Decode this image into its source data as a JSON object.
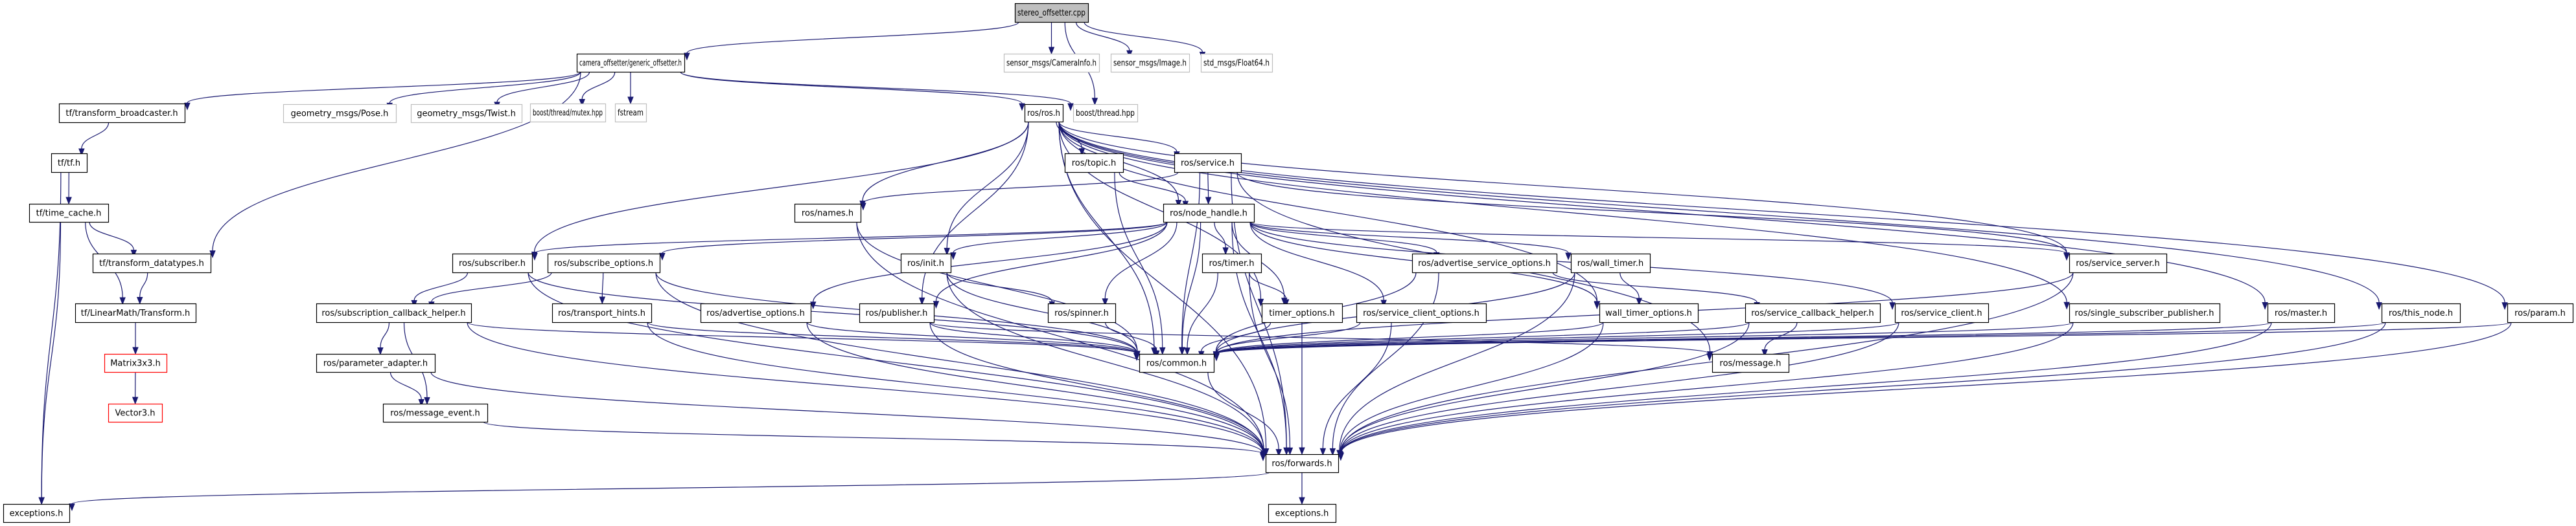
{
  "diagram": {
    "title": "stereo_offsetter.cpp",
    "type": "include-dependency-graph",
    "colors": {
      "edge": "#191970",
      "main_fill": "#bfbfbf",
      "node_border": "#000000",
      "external_border": "#bfbfbf",
      "missing_border": "#ff0000"
    },
    "nodes": [
      {
        "id": "stereo_offsetter",
        "label": "stereo_offsetter.cpp",
        "kind": "main"
      },
      {
        "id": "generic_offsetter",
        "label": "camera_offsetter/generic_offsetter.h",
        "kind": "normal"
      },
      {
        "id": "camerainfo",
        "label": "sensor_msgs/CameraInfo.h",
        "kind": "external"
      },
      {
        "id": "image",
        "label": "sensor_msgs/Image.h",
        "kind": "external"
      },
      {
        "id": "float64",
        "label": "std_msgs/Float64.h",
        "kind": "external"
      },
      {
        "id": "transform_broadcaster",
        "label": "tf/transform_broadcaster.h",
        "kind": "normal"
      },
      {
        "id": "pose",
        "label": "geometry_msgs/Pose.h",
        "kind": "external"
      },
      {
        "id": "twist",
        "label": "geometry_msgs/Twist.h",
        "kind": "external"
      },
      {
        "id": "mutex",
        "label": "boost/thread/mutex.hpp",
        "kind": "external"
      },
      {
        "id": "fstream",
        "label": "fstream",
        "kind": "external"
      },
      {
        "id": "ros_h",
        "label": "ros/ros.h",
        "kind": "normal"
      },
      {
        "id": "boost_thread",
        "label": "boost/thread.hpp",
        "kind": "external"
      },
      {
        "id": "tf_h",
        "label": "tf/tf.h",
        "kind": "normal"
      },
      {
        "id": "topic",
        "label": "ros/topic.h",
        "kind": "normal"
      },
      {
        "id": "service",
        "label": "ros/service.h",
        "kind": "normal"
      },
      {
        "id": "time_cache",
        "label": "tf/time_cache.h",
        "kind": "normal"
      },
      {
        "id": "names",
        "label": "ros/names.h",
        "kind": "normal"
      },
      {
        "id": "node_handle",
        "label": "ros/node_handle.h",
        "kind": "normal"
      },
      {
        "id": "transform_datatypes",
        "label": "tf/transform_datatypes.h",
        "kind": "normal"
      },
      {
        "id": "subscriber",
        "label": "ros/subscriber.h",
        "kind": "normal"
      },
      {
        "id": "subscribe_options",
        "label": "ros/subscribe_options.h",
        "kind": "normal"
      },
      {
        "id": "init",
        "label": "ros/init.h",
        "kind": "normal"
      },
      {
        "id": "timer",
        "label": "ros/timer.h",
        "kind": "normal"
      },
      {
        "id": "advertise_service_options",
        "label": "ros/advertise_service_options.h",
        "kind": "normal"
      },
      {
        "id": "wall_timer",
        "label": "ros/wall_timer.h",
        "kind": "normal"
      },
      {
        "id": "service_server",
        "label": "ros/service_server.h",
        "kind": "normal"
      },
      {
        "id": "linearmath_transform",
        "label": "tf/LinearMath/Transform.h",
        "kind": "normal"
      },
      {
        "id": "subscription_callback_helper",
        "label": "ros/subscription_callback_helper.h",
        "kind": "normal"
      },
      {
        "id": "transport_hints",
        "label": "ros/transport_hints.h",
        "kind": "normal"
      },
      {
        "id": "advertise_options",
        "label": "ros/advertise_options.h",
        "kind": "normal"
      },
      {
        "id": "publisher",
        "label": "ros/publisher.h",
        "kind": "normal"
      },
      {
        "id": "spinner",
        "label": "ros/spinner.h",
        "kind": "normal"
      },
      {
        "id": "timer_options",
        "label": "timer_options.h",
        "kind": "normal"
      },
      {
        "id": "service_client_options",
        "label": "ros/service_client_options.h",
        "kind": "normal"
      },
      {
        "id": "wall_timer_options",
        "label": "wall_timer_options.h",
        "kind": "normal"
      },
      {
        "id": "service_callback_helper",
        "label": "ros/service_callback_helper.h",
        "kind": "normal"
      },
      {
        "id": "service_client",
        "label": "ros/service_client.h",
        "kind": "normal"
      },
      {
        "id": "single_subscriber_publisher",
        "label": "ros/single_subscriber_publisher.h",
        "kind": "normal"
      },
      {
        "id": "master",
        "label": "ros/master.h",
        "kind": "normal"
      },
      {
        "id": "this_node",
        "label": "ros/this_node.h",
        "kind": "normal"
      },
      {
        "id": "param",
        "label": "ros/param.h",
        "kind": "normal"
      },
      {
        "id": "matrix3x3",
        "label": "Matrix3x3.h",
        "kind": "missing"
      },
      {
        "id": "parameter_adapter",
        "label": "ros/parameter_adapter.h",
        "kind": "normal"
      },
      {
        "id": "common",
        "label": "ros/common.h",
        "kind": "normal"
      },
      {
        "id": "message",
        "label": "ros/message.h",
        "kind": "normal"
      },
      {
        "id": "vector3",
        "label": "Vector3.h",
        "kind": "missing"
      },
      {
        "id": "message_event",
        "label": "ros/message_event.h",
        "kind": "normal"
      },
      {
        "id": "forwards",
        "label": "ros/forwards.h",
        "kind": "normal"
      },
      {
        "id": "exceptions_tf",
        "label": "exceptions.h",
        "kind": "normal"
      },
      {
        "id": "exceptions_ros",
        "label": "exceptions.h",
        "kind": "normal"
      }
    ],
    "edges": [
      [
        "stereo_offsetter",
        "generic_offsetter"
      ],
      [
        "stereo_offsetter",
        "camerainfo"
      ],
      [
        "stereo_offsetter",
        "image"
      ],
      [
        "stereo_offsetter",
        "float64"
      ],
      [
        "stereo_offsetter",
        "boost_thread"
      ],
      [
        "generic_offsetter",
        "transform_broadcaster"
      ],
      [
        "generic_offsetter",
        "pose"
      ],
      [
        "generic_offsetter",
        "twist"
      ],
      [
        "generic_offsetter",
        "mutex"
      ],
      [
        "generic_offsetter",
        "fstream"
      ],
      [
        "generic_offsetter",
        "ros_h"
      ],
      [
        "generic_offsetter",
        "boost_thread"
      ],
      [
        "generic_offsetter",
        "transform_datatypes"
      ],
      [
        "transform_broadcaster",
        "tf_h"
      ],
      [
        "tf_h",
        "time_cache"
      ],
      [
        "tf_h",
        "exceptions_tf"
      ],
      [
        "time_cache",
        "transform_datatypes"
      ],
      [
        "time_cache",
        "linearmath_transform"
      ],
      [
        "time_cache",
        "exceptions_tf"
      ],
      [
        "transform_datatypes",
        "linearmath_transform"
      ],
      [
        "linearmath_transform",
        "matrix3x3"
      ],
      [
        "matrix3x3",
        "vector3"
      ],
      [
        "ros_h",
        "topic"
      ],
      [
        "ros_h",
        "service"
      ],
      [
        "ros_h",
        "names"
      ],
      [
        "ros_h",
        "node_handle"
      ],
      [
        "ros_h",
        "subscriber"
      ],
      [
        "ros_h",
        "init"
      ],
      [
        "ros_h",
        "publisher"
      ],
      [
        "ros_h",
        "common"
      ],
      [
        "ros_h",
        "forwards"
      ],
      [
        "ros_h",
        "service_server"
      ],
      [
        "ros_h",
        "single_subscriber_publisher"
      ],
      [
        "ros_h",
        "master"
      ],
      [
        "ros_h",
        "this_node"
      ],
      [
        "ros_h",
        "param"
      ],
      [
        "ros_h",
        "wall_timer_options"
      ],
      [
        "ros_h",
        "timer_options"
      ],
      [
        "topic",
        "node_handle"
      ],
      [
        "topic",
        "common"
      ],
      [
        "service",
        "node_handle"
      ],
      [
        "service",
        "names"
      ],
      [
        "service",
        "common"
      ],
      [
        "service",
        "service_server"
      ],
      [
        "service",
        "forwards"
      ],
      [
        "service",
        "message"
      ],
      [
        "node_handle",
        "subscriber"
      ],
      [
        "node_handle",
        "subscribe_options"
      ],
      [
        "node_handle",
        "init"
      ],
      [
        "node_handle",
        "timer"
      ],
      [
        "node_handle",
        "advertise_service_options"
      ],
      [
        "node_handle",
        "wall_timer"
      ],
      [
        "node_handle",
        "service_server"
      ],
      [
        "node_handle",
        "advertise_options"
      ],
      [
        "node_handle",
        "publisher"
      ],
      [
        "node_handle",
        "spinner"
      ],
      [
        "node_handle",
        "timer_options"
      ],
      [
        "node_handle",
        "service_client_options"
      ],
      [
        "node_handle",
        "wall_timer_options"
      ],
      [
        "node_handle",
        "service_client"
      ],
      [
        "node_handle",
        "common"
      ],
      [
        "node_handle",
        "forwards"
      ],
      [
        "names",
        "common"
      ],
      [
        "names",
        "forwards"
      ],
      [
        "subscriber",
        "subscription_callback_helper"
      ],
      [
        "subscriber",
        "common"
      ],
      [
        "subscriber",
        "forwards"
      ],
      [
        "subscribe_options",
        "subscription_callback_helper"
      ],
      [
        "subscribe_options",
        "transport_hints"
      ],
      [
        "subscribe_options",
        "common"
      ],
      [
        "subscribe_options",
        "forwards"
      ],
      [
        "init",
        "spinner"
      ],
      [
        "init",
        "common"
      ],
      [
        "init",
        "forwards"
      ],
      [
        "timer",
        "timer_options"
      ],
      [
        "timer",
        "common"
      ],
      [
        "timer",
        "forwards"
      ],
      [
        "advertise_service_options",
        "service_callback_helper"
      ],
      [
        "advertise_service_options",
        "common"
      ],
      [
        "advertise_service_options",
        "forwards"
      ],
      [
        "wall_timer",
        "wall_timer_options"
      ],
      [
        "wall_timer",
        "common"
      ],
      [
        "wall_timer",
        "forwards"
      ],
      [
        "service_server",
        "common"
      ],
      [
        "service_server",
        "forwards"
      ],
      [
        "subscription_callback_helper",
        "parameter_adapter"
      ],
      [
        "subscription_callback_helper",
        "message_event"
      ],
      [
        "subscription_callback_helper",
        "common"
      ],
      [
        "subscription_callback_helper",
        "forwards"
      ],
      [
        "transport_hints",
        "common"
      ],
      [
        "transport_hints",
        "forwards"
      ],
      [
        "advertise_options",
        "common"
      ],
      [
        "advertise_options",
        "forwards"
      ],
      [
        "publisher",
        "common"
      ],
      [
        "publisher",
        "message"
      ],
      [
        "publisher",
        "forwards"
      ],
      [
        "spinner",
        "common"
      ],
      [
        "timer_options",
        "common"
      ],
      [
        "timer_options",
        "forwards"
      ],
      [
        "service_client_options",
        "common"
      ],
      [
        "service_client_options",
        "forwards"
      ],
      [
        "wall_timer_options",
        "common"
      ],
      [
        "wall_timer_options",
        "forwards"
      ],
      [
        "service_callback_helper",
        "message"
      ],
      [
        "service_callback_helper",
        "common"
      ],
      [
        "service_callback_helper",
        "forwards"
      ],
      [
        "service_client",
        "common"
      ],
      [
        "service_client",
        "forwards"
      ],
      [
        "single_subscriber_publisher",
        "common"
      ],
      [
        "single_subscriber_publisher",
        "forwards"
      ],
      [
        "master",
        "common"
      ],
      [
        "master",
        "forwards"
      ],
      [
        "this_node",
        "common"
      ],
      [
        "this_node",
        "forwards"
      ],
      [
        "param",
        "common"
      ],
      [
        "param",
        "forwards"
      ],
      [
        "parameter_adapter",
        "message_event"
      ],
      [
        "parameter_adapter",
        "forwards"
      ],
      [
        "message_event",
        "forwards"
      ],
      [
        "common",
        "forwards"
      ],
      [
        "forwards",
        "exceptions_ros"
      ],
      [
        "forwards",
        "exceptions_tf"
      ]
    ]
  }
}
